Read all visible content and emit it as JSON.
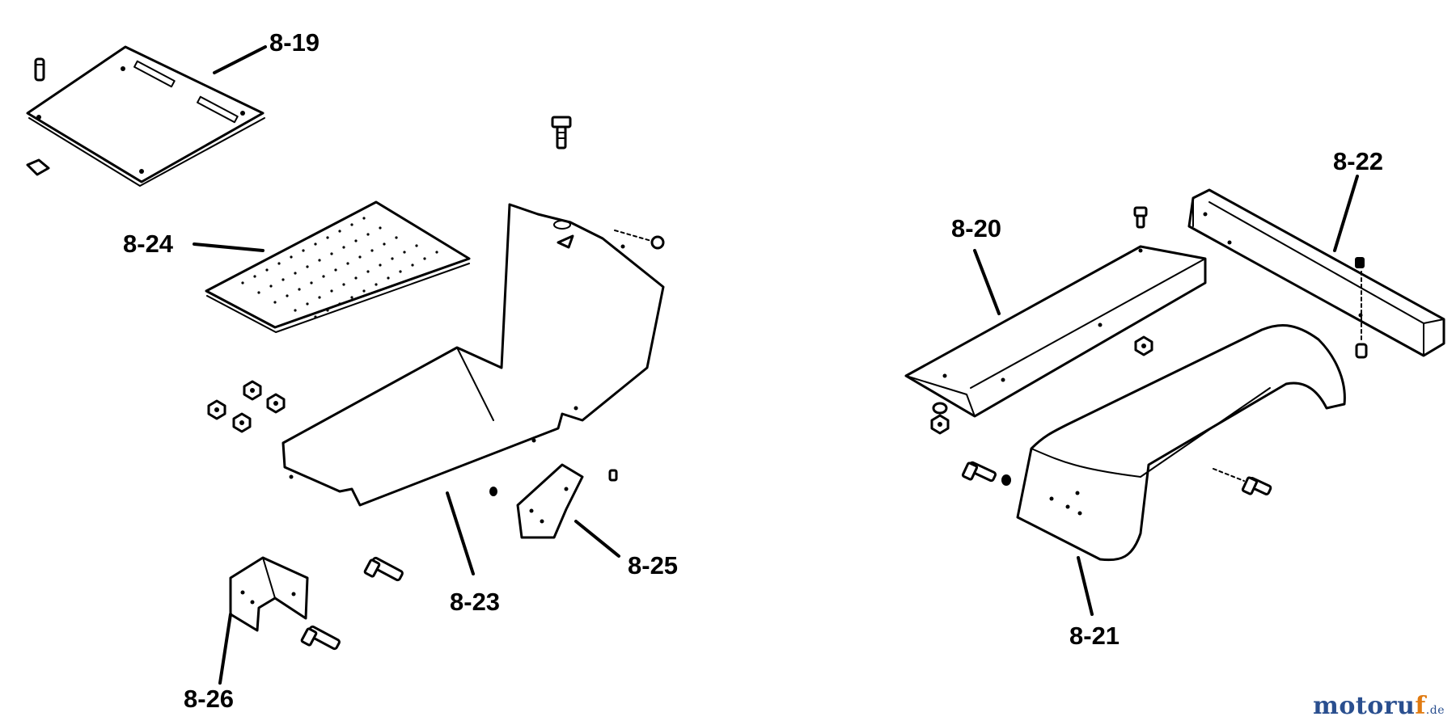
{
  "labels": {
    "p8_19": "8-19",
    "p8_20": "8-20",
    "p8_21": "8-21",
    "p8_22": "8-22",
    "p8_23": "8-23",
    "p8_24": "8-24",
    "p8_25": "8-25",
    "p8_26": "8-26"
  },
  "watermark": {
    "text": "motoruf",
    "accent_letter": "f",
    "suffix": ".de"
  },
  "colors": {
    "line": "#000000",
    "background": "#ffffff",
    "watermark_blue": "#2a4f8f",
    "watermark_orange": "#e07a10"
  }
}
